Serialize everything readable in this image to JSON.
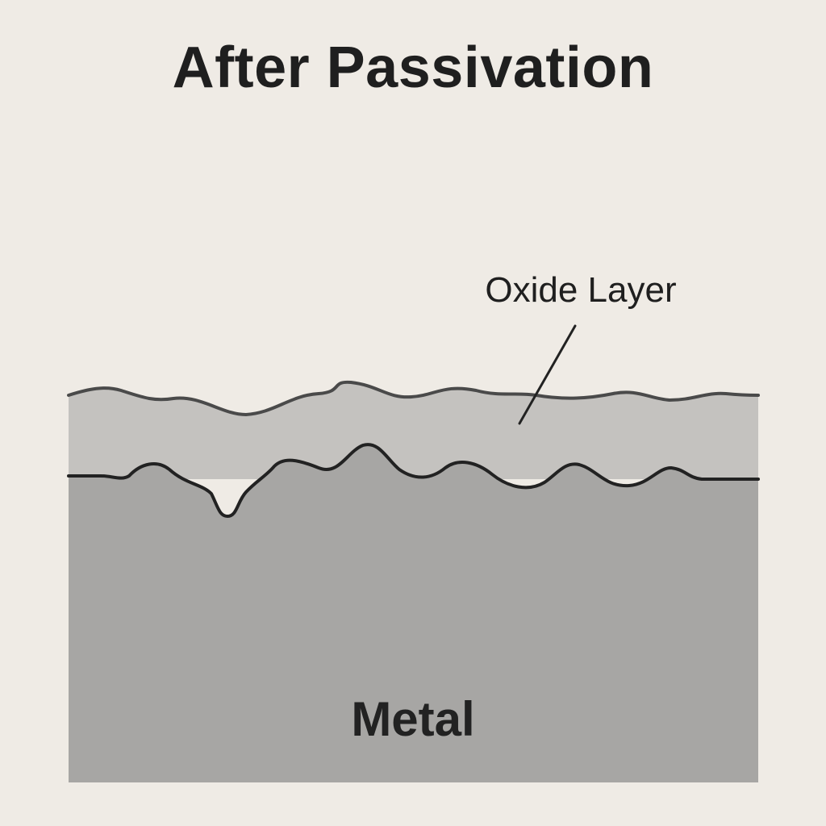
{
  "title": "After Passivation",
  "labels": {
    "oxide_layer": "Oxide Layer",
    "metal": "Metal"
  },
  "colors": {
    "background": "#efebe5",
    "oxide_fill": "#c4c2bf",
    "metal_fill": "#a7a6a4",
    "outline": "#222222",
    "surface_line": "#4a4a4a"
  }
}
